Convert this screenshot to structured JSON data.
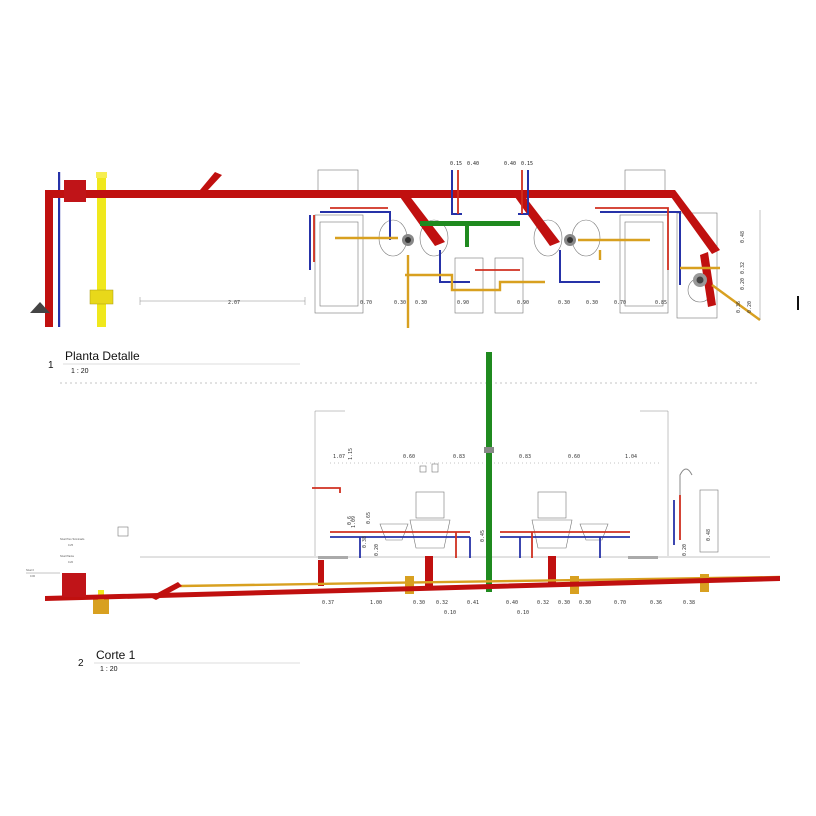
{
  "views": [
    {
      "number": "1",
      "title": "Planta Detalle",
      "scale": "1 : 20"
    },
    {
      "number": "2",
      "title": "Corte 1",
      "scale": "1 : 20"
    }
  ],
  "plan_top_dims": [
    "0.15",
    "0.40",
    "0.40",
    "0.15"
  ],
  "plan_bottom_dims": [
    "2.07",
    "0.70",
    "0.30",
    "0.30",
    "0.90",
    "0.90",
    "0.30",
    "0.30",
    "0.70",
    "0.85",
    "0.36",
    "0.20"
  ],
  "plan_right_dims": [
    "0.48",
    "0.32",
    "0.20"
  ],
  "section_upper_dims": [
    "1.07",
    "0.60",
    "0.83",
    "0.83",
    "0.60",
    "1.04"
  ],
  "section_vertical_dims": [
    "1.15",
    "1.09",
    "0.6",
    "0.65",
    "0.38",
    "0.20",
    "0.45",
    "0.20",
    "0.48"
  ],
  "section_bottom_dims": [
    "0.37",
    "1.00",
    "0.30",
    "0.32",
    "0.41",
    "0.40",
    "0.32",
    "0.30",
    "0.30",
    "0.70",
    "0.36",
    "0.38"
  ],
  "section_bottom_dims_lower": [
    "0.10",
    "0.10"
  ],
  "levels": [
    {
      "label": "Nivel Piso Terminado",
      "value": "0.25"
    },
    {
      "label": "Nivel Planta",
      "value": "0.20"
    },
    {
      "label": "Nivel 0",
      "value": "0.00"
    }
  ],
  "pipe_colors": {
    "drainage": "#c0100f",
    "vent": "#f0e81c",
    "cold_water": "#2632a8",
    "hot_water": "#d03020",
    "supply_trunk": "#1f8a1f",
    "condensate": "#d8a020"
  }
}
